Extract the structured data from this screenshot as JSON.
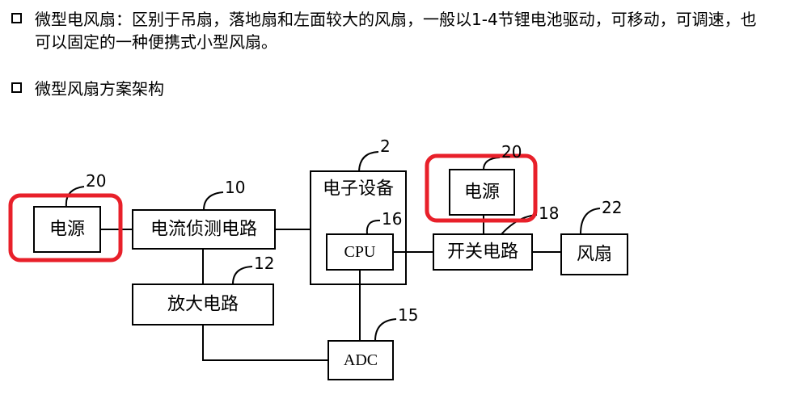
{
  "intro": {
    "definition": "微型电风扇：区别于吊扇，落地扇和左面较大的风扇，一般以1-4节锂电池驱动，可移动，可调速，也可以固定的一种便携式小型风扇。",
    "section_title": "微型风扇方案架构"
  },
  "diagram": {
    "power_left": {
      "label": "电源",
      "ref": "20"
    },
    "current_detect": {
      "label": "电流侦测电路",
      "ref": "10"
    },
    "amplifier": {
      "label": "放大电路",
      "ref": "12"
    },
    "device": {
      "label": "电子设备",
      "ref": "2"
    },
    "cpu": {
      "label": "CPU",
      "ref": "16"
    },
    "adc": {
      "label": "ADC",
      "ref": "15"
    },
    "power_right": {
      "label": "电源",
      "ref": "20"
    },
    "switch": {
      "label": "开关电路",
      "ref": "18"
    },
    "fan": {
      "label": "风扇",
      "ref": "22"
    },
    "highlight_color": "#e8202a"
  }
}
